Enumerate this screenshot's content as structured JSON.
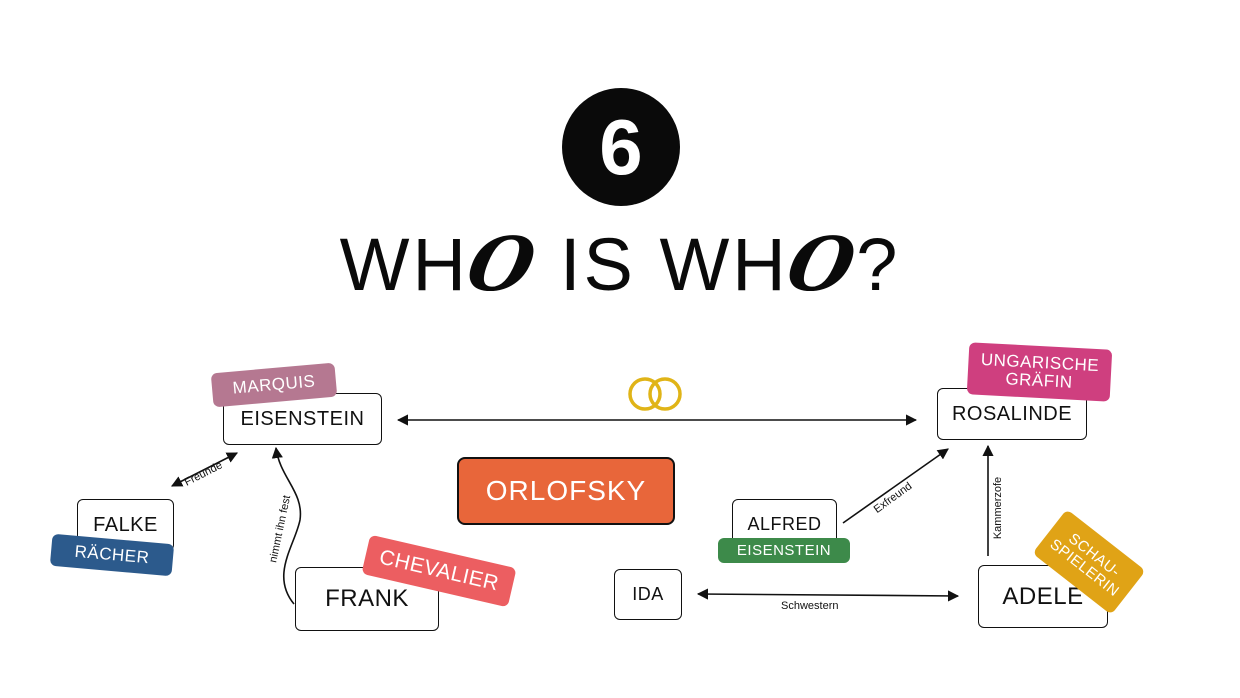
{
  "header": {
    "number": "6",
    "title_parts": [
      "WH",
      "O",
      " IS WH",
      "O",
      "?"
    ]
  },
  "nodes": {
    "eisenstein": "EISENSTEIN",
    "rosalinde": "ROSALINDE",
    "falke": "FALKE",
    "frank": "FRANK",
    "orlofsky": "ORLOFSKY",
    "alfred": "ALFRED",
    "ida": "IDA",
    "adele": "ADELE"
  },
  "tags": {
    "marquis": "MARQUIS",
    "ungarische_line1": "UNGARISCHE",
    "ungarische_line2": "GRÄFIN",
    "raecher": "RÄCHER",
    "chevalier": "CHEVALIER",
    "alfred_eisenstein": "EISENSTEIN",
    "schau_line1": "SCHAU-",
    "schau_line2": "SPIELERIN"
  },
  "edges": {
    "freunde": "Freunde",
    "nimmt_ihn_fest": "nimmt ihn fest",
    "exfreund": "Exfreund",
    "kammerzofe": "Kammerzofe",
    "schwestern": "Schwestern"
  },
  "colors": {
    "marquis": "#b57891",
    "ungarische": "#cf3f7f",
    "raecher": "#2c5a8c",
    "chevalier": "#ec5e61",
    "alfred_eisenstein": "#3d8a4a",
    "schau": "#e0a316",
    "orlofsky": "#e8663a",
    "rings": "#e0b417"
  },
  "icons": {
    "marriage": "wedding-rings-icon"
  }
}
